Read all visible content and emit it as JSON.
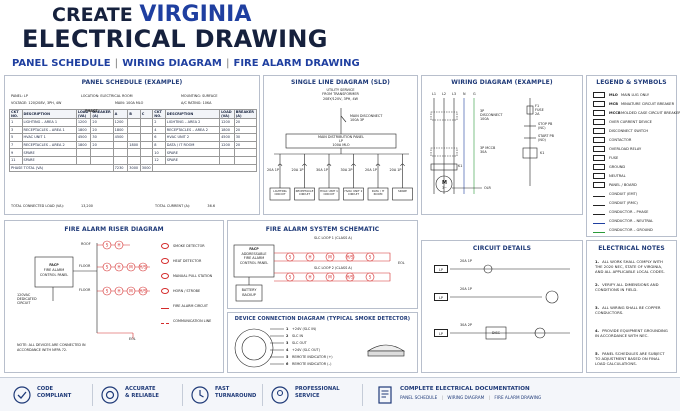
{
  "header": {
    "title_prefix": "CREATE",
    "title_accent": "VIRGINIA",
    "title_line2": "ELECTRICAL DRAWING",
    "subtitle_items": [
      "PANEL SCHEDULE",
      "WIRING DIAGRAM",
      "FIRE ALARM DRAWING"
    ],
    "subtitle_sep": "|"
  },
  "panel_schedule": {
    "title": "PANEL SCHEDULE (EXAMPLE)",
    "panel": "PANEL: LP",
    "location": "LOCATION: ELECTRICAL ROOM",
    "mounting": "MOUNTING: SURFACE",
    "voltage": "VOLTAGE: 120/208V, 3PH, 4W",
    "main": "MAIN: 100A MLO",
    "aic": "A/C RATING: 10KA",
    "columns": [
      "CKT NO.",
      "DESCRIPTION",
      "LOAD (VA)",
      "BREAKER (A)",
      "A",
      "B",
      "C",
      "CKT NO.",
      "DESCRIPTION",
      "LOAD (VA)",
      "BREAKER (A)"
    ],
    "phase_label": "PHASE",
    "rows": [
      [
        "1",
        "LIGHTING – AREA 1",
        "1200",
        "20",
        "1200",
        "",
        "",
        "2",
        "LIGHTING – AREA 2",
        "1200",
        "20"
      ],
      [
        "3",
        "RECEPTACLES – AREA 1",
        "1800",
        "20",
        "1800",
        "",
        "",
        "4",
        "RECEPTACLES – AREA 2",
        "1800",
        "20"
      ],
      [
        "5",
        "HVAC UNIT 1",
        "4500",
        "30",
        "4500",
        "",
        "",
        "6",
        "HVAC UNIT 2",
        "4500",
        "30"
      ],
      [
        "7",
        "RECEPTACLES – AREA 2",
        "1800",
        "20",
        "",
        "1800",
        "",
        "8",
        "DATA / IT ROOM",
        "1200",
        "20"
      ],
      [
        "9",
        "SPARE",
        "",
        "",
        "",
        "",
        "",
        "10",
        "SPARE",
        "",
        ""
      ],
      [
        "11",
        "SPARE",
        "",
        "",
        "",
        "",
        "",
        "12",
        "SPARE",
        "",
        ""
      ]
    ],
    "phase_total_label": "PHASE TOTAL (VA)",
    "phase_totals": [
      "7230",
      "3000",
      "3000"
    ],
    "total_connected": "TOTAL CONNECTED LOAD (VA):",
    "total_connected_value": "13,200",
    "total_current": "TOTAL CURRENT (A):",
    "total_current_value": "36.6"
  },
  "sld": {
    "title": "SINGLE LINE DIAGRAM (SLD)",
    "utility": [
      "UTILITY SERVICE",
      "FROM TRANSFORMER",
      "208Y/120V, 3PH, 4W"
    ],
    "main_disconnect": [
      "MAIN DISCONNECT",
      "100A 3P"
    ],
    "dist_panel": [
      "MAIN DISTRIBUTION PANEL",
      "LP",
      "100A MLO"
    ],
    "breakers": [
      "20A 1P",
      "20A 1P",
      "30A 1P",
      "30A 2P",
      "20A 1P",
      "20A 1P"
    ],
    "loads": [
      "LIGHTING CIRCUIT",
      "RECEPTACLE CIRCUIT",
      "HVAC UNIT 1 CIRCUIT",
      "HVAC UNIT 2 CIRCUIT",
      "DATA / IT ROOM",
      "SPARE"
    ]
  },
  "wiring": {
    "title": "WIRING DIAGRAM (EXAMPLE)",
    "lines": [
      "L1",
      "L2",
      "L3",
      "N",
      "G"
    ],
    "disconnect": [
      "3P",
      "DISCONNECT",
      "100A"
    ],
    "fuse": [
      "F1",
      "FUSE",
      "2A"
    ],
    "stop": [
      "STOP PB",
      "(NC)"
    ],
    "start": [
      "START PB",
      "(NO)"
    ],
    "mccb": [
      "3P MCCB",
      "30A"
    ],
    "contactor": "K1",
    "motor": "M",
    "motor_phase": "3~",
    "olr": "OLR",
    "k1_label": "K1"
  },
  "legend": {
    "title": "LEGEND & SYMBOLS",
    "items": [
      {
        "code": "MLO",
        "label": "MAIN LUG ONLY"
      },
      {
        "code": "MCB",
        "label": "MINIATURE CIRCUIT BREAKER"
      },
      {
        "code": "MCCB",
        "label": "MOLDED CASE CIRCUIT BREAKER"
      },
      {
        "code": "",
        "label": "OVER CURRENT DEVICE"
      },
      {
        "code": "",
        "label": "DISCONNECT SWITCH"
      },
      {
        "code": "",
        "label": "CONTACTOR"
      },
      {
        "code": "",
        "label": "OVERLOAD RELAY"
      },
      {
        "code": "",
        "label": "FUSE"
      },
      {
        "code": "",
        "label": "GROUND"
      },
      {
        "code": "",
        "label": "NEUTRAL"
      },
      {
        "code": "",
        "label": "PANEL / BOARD"
      },
      {
        "code": "",
        "label": "CONDUIT (EMT)"
      },
      {
        "code": "",
        "label": "CONDUIT (RMC)"
      },
      {
        "code": "",
        "label": "CONDUCTOR – PHASE"
      },
      {
        "code": "",
        "label": "CONDUCTOR – NEUTRAL"
      },
      {
        "code": "",
        "label": "CONDUCTOR – GROUND"
      }
    ]
  },
  "riser": {
    "title": "FIRE ALARM RISER DIAGRAM",
    "facp": [
      "FACP",
      "FIRE ALARM",
      "CONTROL PANEL"
    ],
    "floors": [
      "ROOF",
      "FLOOR",
      "FLOOR"
    ],
    "power": [
      "120VAC",
      "DEDICATED",
      "CIRCUIT"
    ],
    "legend": [
      "SMOKE DETECTOR",
      "HEAT DETECTOR",
      "MANUAL PULL STATION",
      "HORN / STROBE",
      "FIRE ALARM CIRCUIT",
      "COMMUNICATION LINE"
    ],
    "symbols": [
      "S",
      "H",
      "M",
      "H/S"
    ],
    "eol": "EOL",
    "note": "NOTE: ALL DEVICES ARE CONNECTED IN ACCORDANCE WITH NFPA 72."
  },
  "fa_schematic": {
    "title": "FIRE ALARM SYSTEM SCHEMATIC",
    "loop1": "SLC LOOP 1 (CLASS A)",
    "loop2": "SLC LOOP 2 (CLASS A)",
    "facp": [
      "FACP",
      "ADDRESSABLE",
      "FIRE ALARM",
      "CONTROL PANEL"
    ],
    "battery": [
      "BATTERY",
      "BACKUP"
    ],
    "eol": "EOL"
  },
  "device_conn": {
    "title": "DEVICE CONNECTION DIAGRAM (TYPICAL SMOKE DETECTOR)",
    "terminals": [
      "+24V (SLC IN)",
      "SLC IN",
      "SLC OUT",
      "+24V (SLC OUT)",
      "REMOTE INDICATOR (+)",
      "REMOTE INDICATOR (–)"
    ],
    "numbers": [
      "1",
      "2",
      "3",
      "4",
      "5",
      "6"
    ]
  },
  "circuit": {
    "title": "CIRCUIT DETAILS",
    "rows": [
      {
        "panel": "LP",
        "breaker": "20A 1P",
        "device": "switch"
      },
      {
        "panel": "LP",
        "breaker": "20A 1P",
        "device": "receptacle"
      },
      {
        "panel": "LP",
        "breaker": "30A 2P",
        "device": "DISC"
      }
    ]
  },
  "notes": {
    "title": "ELECTRICAL NOTES",
    "items": [
      "ALL WORK SHALL COMPLY WITH THE 2020 NEC, STATE OF VIRGINIA, AND ALL APPLICABLE LOCAL CODES.",
      "VERIFY ALL DIMENSIONS AND CONDITIONS IN FIELD.",
      "ALL WIRING SHALL BE COPPER CONDUCTORS.",
      "PROVIDE EQUIPMENT GROUNDING IN ACCORDANCE WITH NEC.",
      "PANEL SCHEDULES ARE SUBJECT TO ADJUSTMENT BASED ON FINAL LOAD CALCULATIONS."
    ]
  },
  "footer": {
    "items": [
      {
        "icon": "shield-check-icon",
        "line1": "CODE",
        "line2": "COMPLIANT"
      },
      {
        "icon": "target-icon",
        "line1": "ACCURATE",
        "line2": "& RELIABLE"
      },
      {
        "icon": "clock-icon",
        "line1": "FAST",
        "line2": "TURNAROUND"
      },
      {
        "icon": "people-icon",
        "line1": "PROFESSIONAL",
        "line2": "SERVICE"
      }
    ],
    "doc_title": "COMPLETE ELECTRICAL DOCUMENTATION",
    "doc_items": [
      "PANEL SCHEDULE",
      "WIRING DIAGRAM",
      "FIRE ALARM DRAWING"
    ],
    "doc_sep": "|"
  },
  "colors": {
    "navy": "#1f3a78",
    "red": "#d42a2a",
    "line": "#222222",
    "accent": "#1f3fa0"
  }
}
